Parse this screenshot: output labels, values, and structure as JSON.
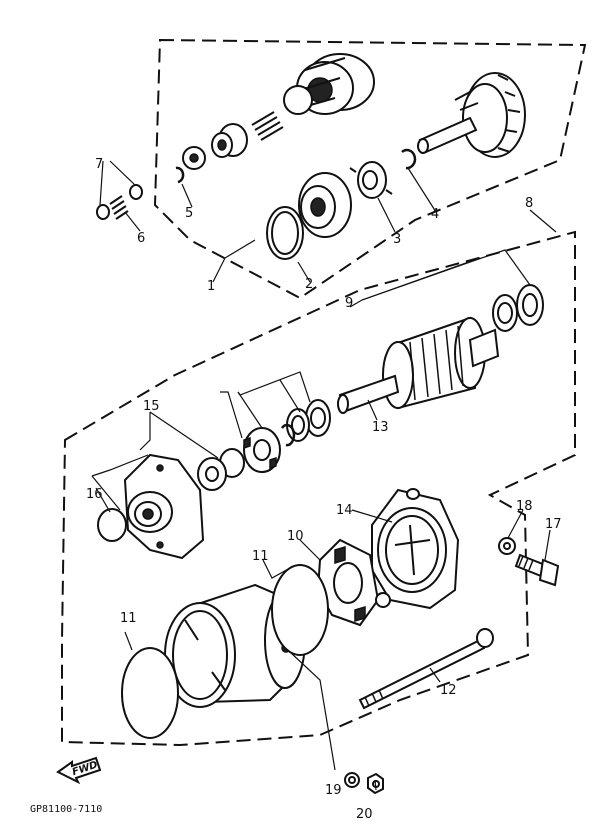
{
  "callouts": {
    "c1": "1",
    "c2": "2",
    "c3": "3",
    "c4": "4",
    "c5": "5",
    "c6": "6",
    "c7": "7",
    "c8": "8",
    "c9": "9",
    "c10": "10",
    "c11a": "11",
    "c11b": "11",
    "c12": "12",
    "c13": "13",
    "c14": "14",
    "c15": "15",
    "c16": "16",
    "c17": "17",
    "c18": "18",
    "c19": "19",
    "c20": "20"
  },
  "fwd_label": "FWD",
  "figure_code": "GP81100-7110",
  "colors": {
    "ink": "#111111",
    "paper": "#ffffff"
  }
}
